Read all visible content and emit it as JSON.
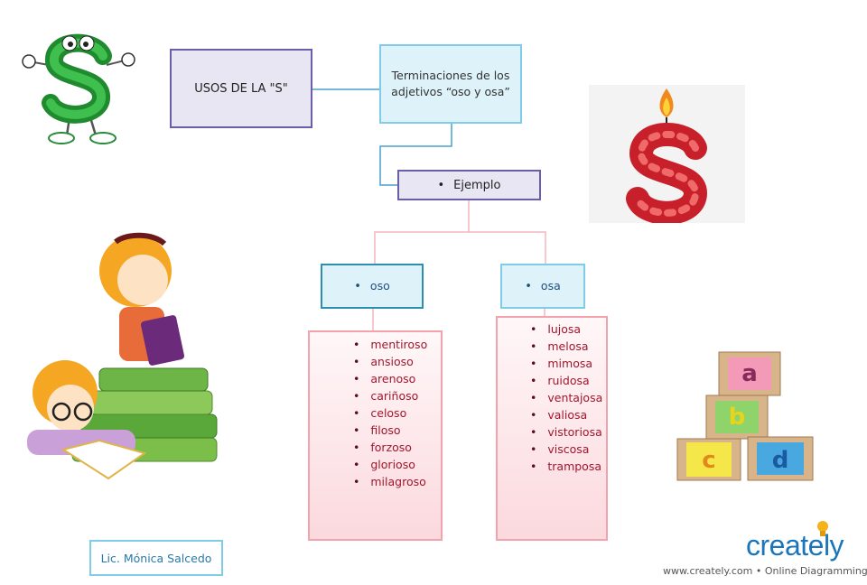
{
  "nodes": {
    "usos": "USOS DE LA \"S\"",
    "terminaciones": "Terminaciones de los adjetivos “oso y osa”",
    "ejemplo": "Ejemplo",
    "oso": "oso",
    "osa": "osa"
  },
  "lists": {
    "oso": [
      "mentiroso",
      "ansioso",
      "arenoso",
      "cariñoso",
      "celoso",
      "filoso",
      "forzoso",
      "glorioso",
      "milagroso"
    ],
    "osa": [
      "lujosa",
      "melosa",
      "mimosa",
      "ruidosa",
      "ventajosa",
      "valiosa",
      "vistoriosa",
      "viscosa",
      "tramposa"
    ]
  },
  "author": "Lic. Mónica Salcedo",
  "footer": {
    "logo": "creately",
    "tagline": "www.creately.com • Online Diagramming"
  },
  "blocks": [
    "a",
    "b",
    "c",
    "d"
  ],
  "colors": {
    "purple_border": "#6a5ea8",
    "blue_border": "#7fcbe8",
    "pink_border": "#f2a2ad",
    "connector_blue": "#4a9fd0",
    "connector_pink": "#f6b5bf",
    "list_text": "#a3162c"
  }
}
